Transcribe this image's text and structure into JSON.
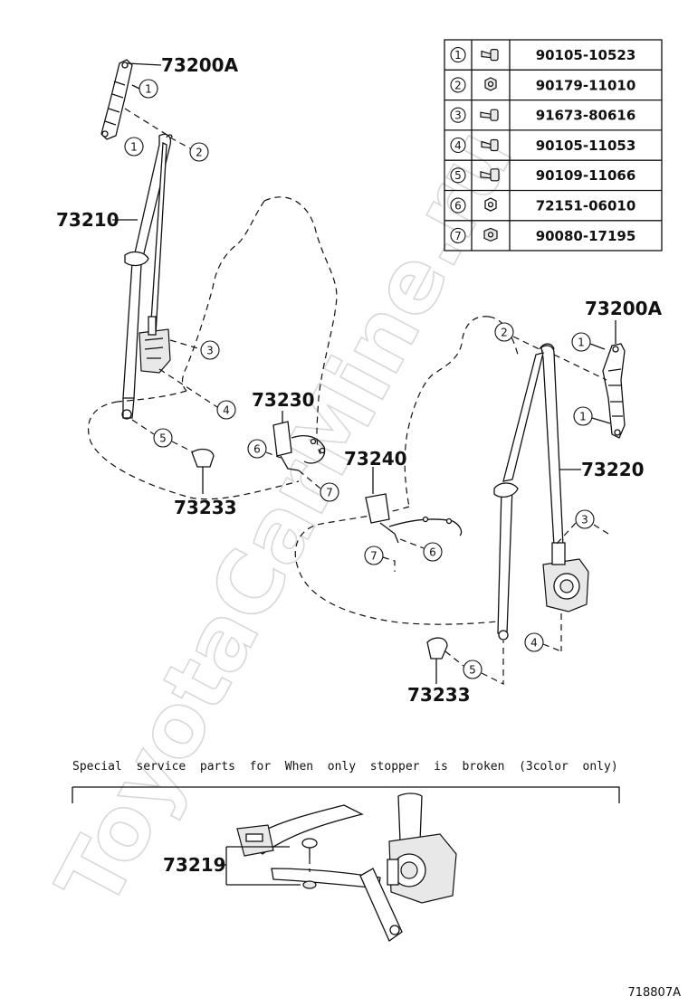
{
  "parts_table": [
    {
      "callout": "1",
      "part_number": "90105-10523",
      "icon": "bolt-icon"
    },
    {
      "callout": "2",
      "part_number": "90179-11010",
      "icon": "nut-icon"
    },
    {
      "callout": "3",
      "part_number": "91673-80616",
      "icon": "bolt-icon"
    },
    {
      "callout": "4",
      "part_number": "90105-11053",
      "icon": "bolt-icon"
    },
    {
      "callout": "5",
      "part_number": "90109-11066",
      "icon": "bolt-icon"
    },
    {
      "callout": "6",
      "part_number": "72151-06010",
      "icon": "nut-icon"
    },
    {
      "callout": "7",
      "part_number": "90080-17195",
      "icon": "nut-icon"
    }
  ],
  "labels": {
    "anchor_left": "73200A",
    "anchor_right": "73200A",
    "belt_left": "73210",
    "belt_right": "73220",
    "buckle_left": "73230",
    "buckle_right": "73240",
    "cover_left": "73233",
    "cover_right": "73233",
    "stopper": "73219"
  },
  "callouts": {
    "c1a": "1",
    "c1b": "1",
    "c2": "2",
    "c3": "3",
    "c4": "4",
    "c5": "5",
    "c6": "6",
    "c7": "7",
    "r2": "2",
    "r1a": "1",
    "r1b": "1",
    "r3": "3",
    "r4": "4",
    "r5": "5",
    "r6": "6",
    "r7": "7"
  },
  "note": "Special  service  parts  for  When  only  stopper  is  broken  (3color  only)",
  "figure_ref": "718807A",
  "watermark": "ToyotaCarMine.ru"
}
